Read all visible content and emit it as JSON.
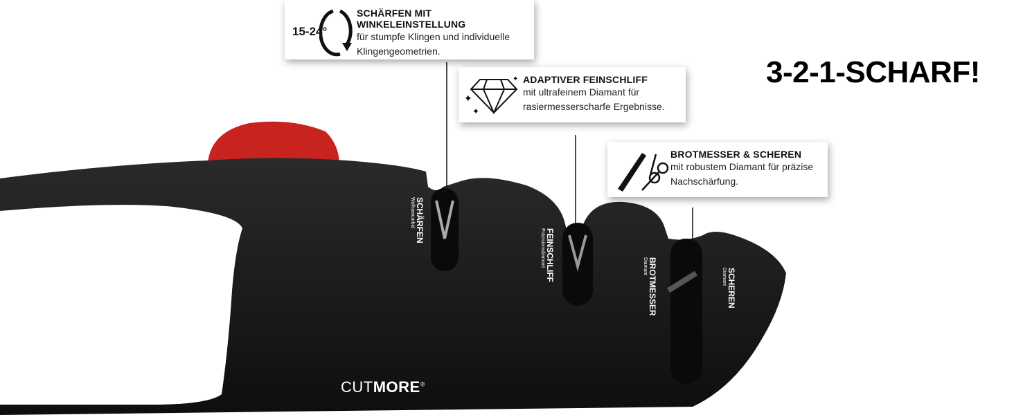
{
  "headline": "3-2-1-SCHARF!",
  "brand": {
    "light": "CUT",
    "bold": "MORE",
    "mark": "®"
  },
  "callouts": [
    {
      "icon": "angle-adjust-icon",
      "badge": "15-24°",
      "title": "SCHÄRFEN MIT WINKELEINSTELLUNG",
      "lines": [
        "für stumpfe Klingen und individuelle",
        "Klingengeometrien."
      ]
    },
    {
      "icon": "diamond-icon",
      "title": "ADAPTIVER FEINSCHLIFF",
      "lines": [
        "mit ultrafeinem Diamant für",
        "rasiermesserscharfe Ergebnisse."
      ]
    },
    {
      "icon": "knife-scissors-icon",
      "title": "BROTMESSER & SCHEREN",
      "lines": [
        "mit robustem Diamant für präzise",
        "Nachschärfung."
      ]
    }
  ],
  "slots": [
    {
      "name": "SCHÄRFEN",
      "material": "Wolframcarbid"
    },
    {
      "name": "FEINSCHLIFF",
      "material": "Präzisionsdiamant"
    },
    {
      "name": "BROTMESSER",
      "material": "Diamant"
    },
    {
      "name": "SCHEREN",
      "material": "Diamant"
    }
  ],
  "colors": {
    "body": "#1a1a1a",
    "knob": "#c8231e",
    "background": "#ffffff"
  }
}
